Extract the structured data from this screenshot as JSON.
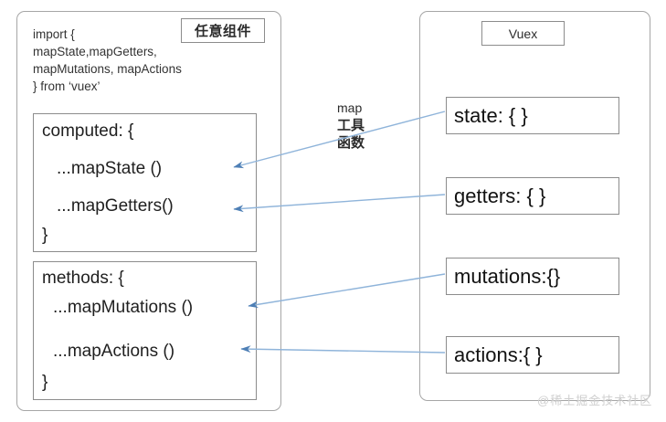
{
  "diagram": {
    "title_component": "任意组件",
    "title_store": "Vuex",
    "watermark": "@稀土掘金技术社区",
    "accent_arrow_color": "#7ba7d7",
    "box_border_color": "#8c8c8c",
    "panel_border_color": "#a6a6a6"
  },
  "component_panel": {
    "label": "任意组件",
    "import_code": "import {\nmapState,mapGetters,\nmapMutations, mapActions\n} from ‘vuex’",
    "computed_box": {
      "open": "computed: {",
      "lines": [
        "...mapState ()",
        "...mapGetters()"
      ],
      "close": "}"
    },
    "methods_box": {
      "open": "methods: {",
      "lines": [
        "...mapMutations ()",
        "...mapActions ()"
      ],
      "close": "}"
    }
  },
  "store_panel": {
    "label": "Vuex",
    "members": [
      {
        "name": "state",
        "text": "state: { }"
      },
      {
        "name": "getters",
        "text": "getters: { }"
      },
      {
        "name": "mutations",
        "text": "mutations:{}"
      },
      {
        "name": "actions",
        "text": "actions:{ }"
      }
    ]
  },
  "annotation": {
    "line1": "map",
    "line2": "工具",
    "line3": "函数"
  },
  "connections": [
    {
      "from": "state",
      "to": "mapState"
    },
    {
      "from": "getters",
      "to": "mapGetters"
    },
    {
      "from": "mutations",
      "to": "mapMutations"
    },
    {
      "from": "actions",
      "to": "mapActions"
    }
  ]
}
